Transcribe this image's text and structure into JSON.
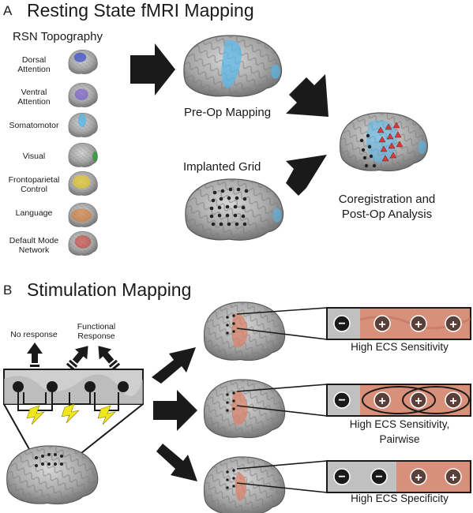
{
  "panel_a": {
    "letter": "A",
    "title": "Resting State fMRI Mapping",
    "rsn_header": "RSN Topography",
    "rsn_networks": [
      {
        "label": "Dorsal\nAttention",
        "color": "#3a4fc8"
      },
      {
        "label": "Ventral\nAttention",
        "color": "#6a4fc8"
      },
      {
        "label": "Somatomotor",
        "color": "#4fb6e6"
      },
      {
        "label": "Visual",
        "color": "#2e9a3a"
      },
      {
        "label": "Frontoparietal\nControl",
        "color": "#e6c81a"
      },
      {
        "label": "Language",
        "color": "#d8782a"
      },
      {
        "label": "Default Mode\nNetwork",
        "color": "#c8302a"
      }
    ],
    "preop_label": "Pre-Op Mapping",
    "grid_label": "Implanted Grid",
    "coreg_label": "Coregistration and\nPost-Op Analysis"
  },
  "panel_b": {
    "letter": "B",
    "title": "Stimulation Mapping",
    "no_response_label": "No response",
    "functional_response_label": "Functional\nResponse",
    "results": [
      {
        "label": "High ECS Sensitivity",
        "signs": [
          "−",
          "+",
          "+",
          "+"
        ]
      },
      {
        "label": "High ECS Sensitivity,\nPairwise",
        "signs": [
          "−",
          "+",
          "+",
          "+"
        ]
      },
      {
        "label": "High ECS Specificity",
        "signs": [
          "−",
          "−",
          "+",
          "+"
        ]
      }
    ]
  },
  "colors": {
    "brain": "#a8a8a8",
    "arrow": "#1a1a1a",
    "stim_region": "#d9836a",
    "fmri_blue": "#5ab8e8",
    "lightning": "#f0e61e"
  }
}
